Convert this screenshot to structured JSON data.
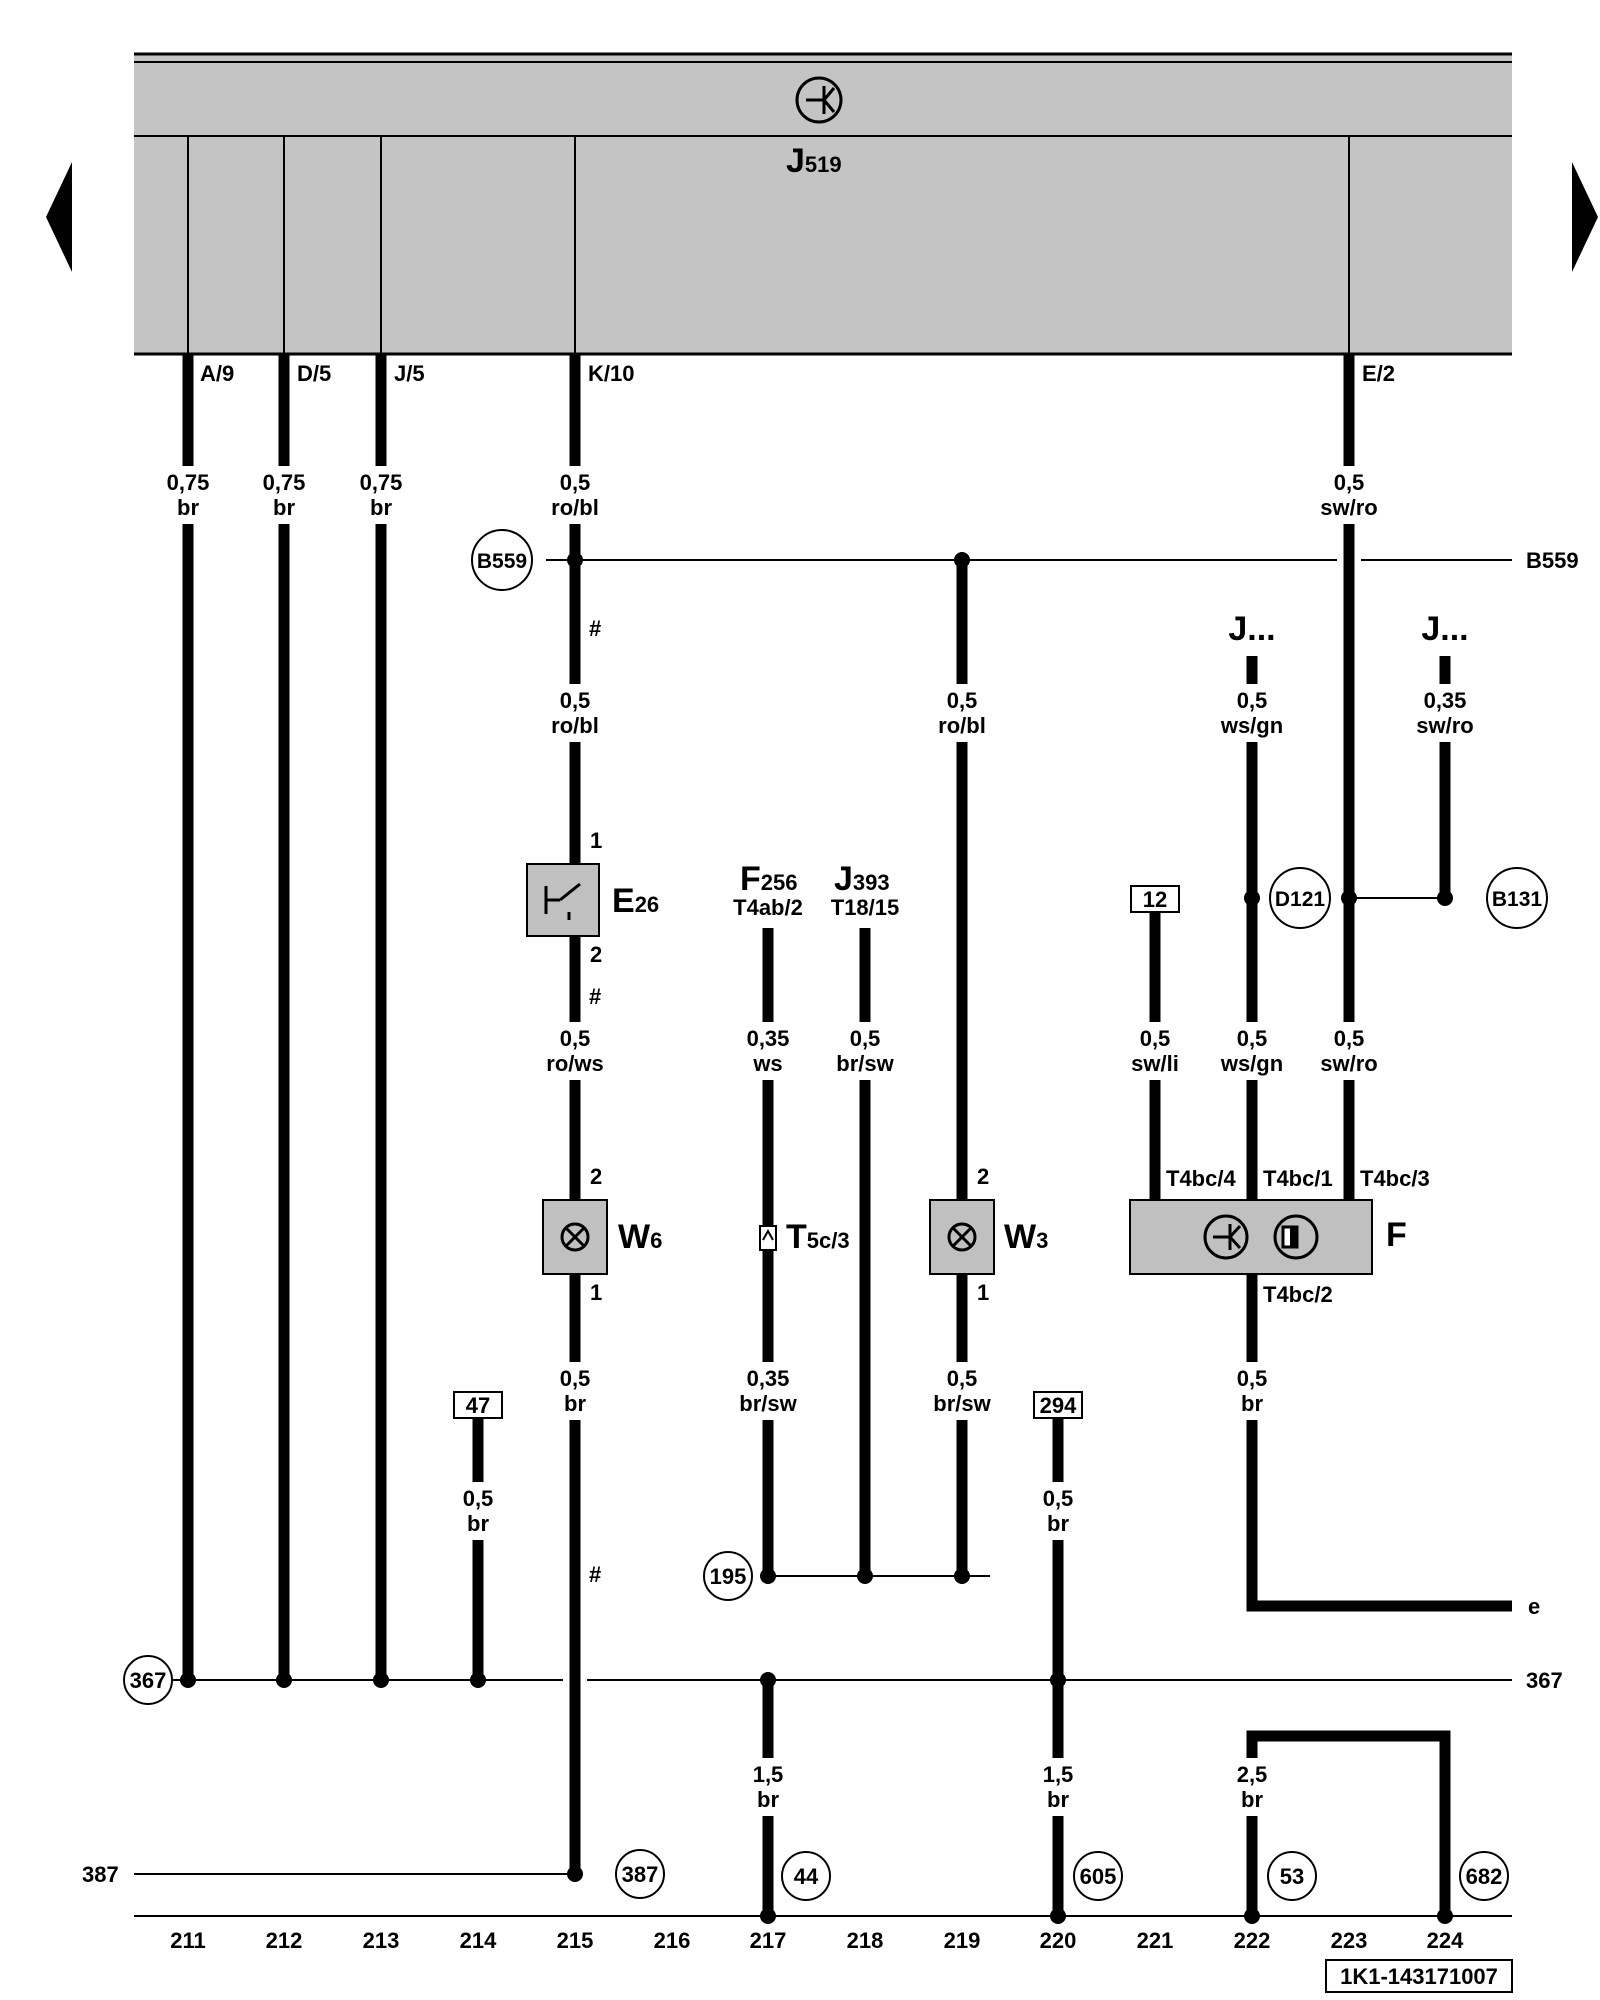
{
  "control_unit": {
    "name": "J",
    "subscript": "519"
  },
  "pins": [
    {
      "label": "A/9"
    },
    {
      "label": "D/5"
    },
    {
      "label": "J/5"
    },
    {
      "label": "K/10"
    },
    {
      "label": "E/2"
    }
  ],
  "wire_specs": {
    "w211": {
      "size": "0,75",
      "color": "br"
    },
    "w212": {
      "size": "0,75",
      "color": "br"
    },
    "w213": {
      "size": "0,75",
      "color": "br"
    },
    "w215a": {
      "size": "0,5",
      "color": "ro/bl"
    },
    "w215b": {
      "size": "0,5",
      "color": "ro/bl"
    },
    "w215c": {
      "size": "0,5",
      "color": "ro/ws"
    },
    "w215d": {
      "size": "0,5",
      "color": "br"
    },
    "w214": {
      "size": "0,5",
      "color": "br"
    },
    "w217a": {
      "size": "0,35",
      "color": "ws"
    },
    "w217b": {
      "size": "0,35",
      "color": "br/sw"
    },
    "w217c": {
      "size": "1,5",
      "color": "br"
    },
    "w218": {
      "size": "0,5",
      "color": "br/sw"
    },
    "w219a": {
      "size": "0,5",
      "color": "ro/bl"
    },
    "w219b": {
      "size": "0,5",
      "color": "br/sw"
    },
    "w220a": {
      "size": "0,5",
      "color": "br"
    },
    "w220b": {
      "size": "1,5",
      "color": "br"
    },
    "w221": {
      "size": "0,5",
      "color": "sw/li"
    },
    "w222a": {
      "size": "0,5",
      "color": "ws/gn"
    },
    "w222b": {
      "size": "0,5",
      "color": "ws/gn"
    },
    "w222c": {
      "size": "0,5",
      "color": "br"
    },
    "w222d": {
      "size": "2,5",
      "color": "br"
    },
    "w223a": {
      "size": "0,5",
      "color": "sw/ro"
    },
    "w223b": {
      "size": "0,5",
      "color": "sw/ro"
    },
    "w224": {
      "size": "0,35",
      "color": "sw/ro"
    }
  },
  "components": {
    "e26": {
      "letter": "E",
      "sub": "26",
      "pin_top": "1",
      "pin_bottom": "2"
    },
    "w6": {
      "letter": "W",
      "sub": "6",
      "pin_top": "2",
      "pin_bottom": "1"
    },
    "w3": {
      "letter": "W",
      "sub": "3",
      "pin_top": "2",
      "pin_bottom": "1"
    },
    "f": {
      "letter": "F",
      "pin_a": "T4bc/4",
      "pin_b": "T4bc/1",
      "pin_c": "T4bc/3",
      "pin_d": "T4bc/2"
    },
    "t5c": {
      "letter": "T",
      "sub": "5c/3"
    },
    "f256": {
      "letter": "F",
      "sub": "256",
      "pin": "T4ab/2"
    },
    "j393": {
      "letter": "J",
      "sub": "393",
      "pin": "T18/15"
    },
    "j_left": "J...",
    "j_right": "J..."
  },
  "connectors": {
    "b559": "B559",
    "b559_right": "B559",
    "d121": "D121",
    "b131": "B131",
    "c195": "195",
    "c367": "367",
    "c367_right": "367",
    "c387_left": "387",
    "c387": "387",
    "c44": "44",
    "c605": "605",
    "c53": "53",
    "c682": "682"
  },
  "refs": {
    "r12": "12",
    "r47": "47",
    "r294": "294"
  },
  "markers": {
    "hash": "#",
    "e_label": "e"
  },
  "tracks": [
    "211",
    "212",
    "213",
    "214",
    "215",
    "216",
    "217",
    "218",
    "219",
    "220",
    "221",
    "222",
    "223",
    "224"
  ],
  "doc_id": "1K1-143171007"
}
